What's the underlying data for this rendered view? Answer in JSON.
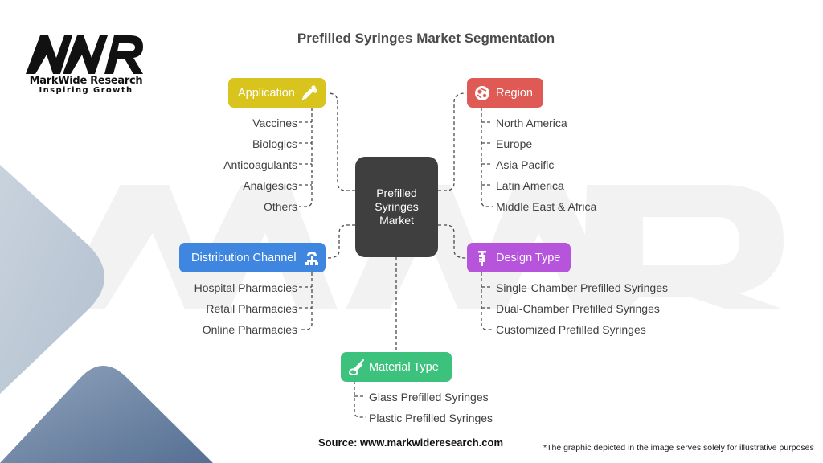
{
  "brand": {
    "name": "MarkWide Research",
    "tagline": "Inspiring Growth",
    "watermark": "MWR"
  },
  "title": "Prefilled Syringes Market Segmentation",
  "center": {
    "label": "Prefilled Syringes Market",
    "color": "#3f3f3f"
  },
  "categories": {
    "application": {
      "label": "Application",
      "icon": "syringe-icon",
      "color": "#d9c41e",
      "items": [
        "Vaccines",
        "Biologics",
        "Anticoagulants",
        "Analgesics",
        "Others"
      ]
    },
    "region": {
      "label": "Region",
      "icon": "globe-icon",
      "color": "#e05a55",
      "items": [
        "North America",
        "Europe",
        "Asia Pacific",
        "Latin America",
        "Middle East & Africa"
      ]
    },
    "distribution_channel": {
      "label": "Distribution Channel",
      "icon": "network-hierarchy-icon",
      "color": "#3f86e0",
      "items": [
        "Hospital Pharmacies",
        "Retail Pharmacies",
        "Online Pharmacies"
      ]
    },
    "design_type": {
      "label": "Design Type",
      "icon": "syringe-vertical-icon",
      "color": "#b654dc",
      "items": [
        "Single-Chamber Prefilled Syringes",
        "Dual-Chamber Prefilled Syringes",
        "Customized Prefilled Syringes"
      ]
    },
    "material_type": {
      "label": "Material Type",
      "icon": "injection-icon",
      "color": "#3cc27d",
      "items": [
        "Glass Prefilled Syringes",
        "Plastic Prefilled Syringes"
      ]
    }
  },
  "footer": {
    "source": "Source: www.markwideresearch.com",
    "disclaimer": "*The graphic depicted in the image serves solely for illustrative purposes"
  }
}
